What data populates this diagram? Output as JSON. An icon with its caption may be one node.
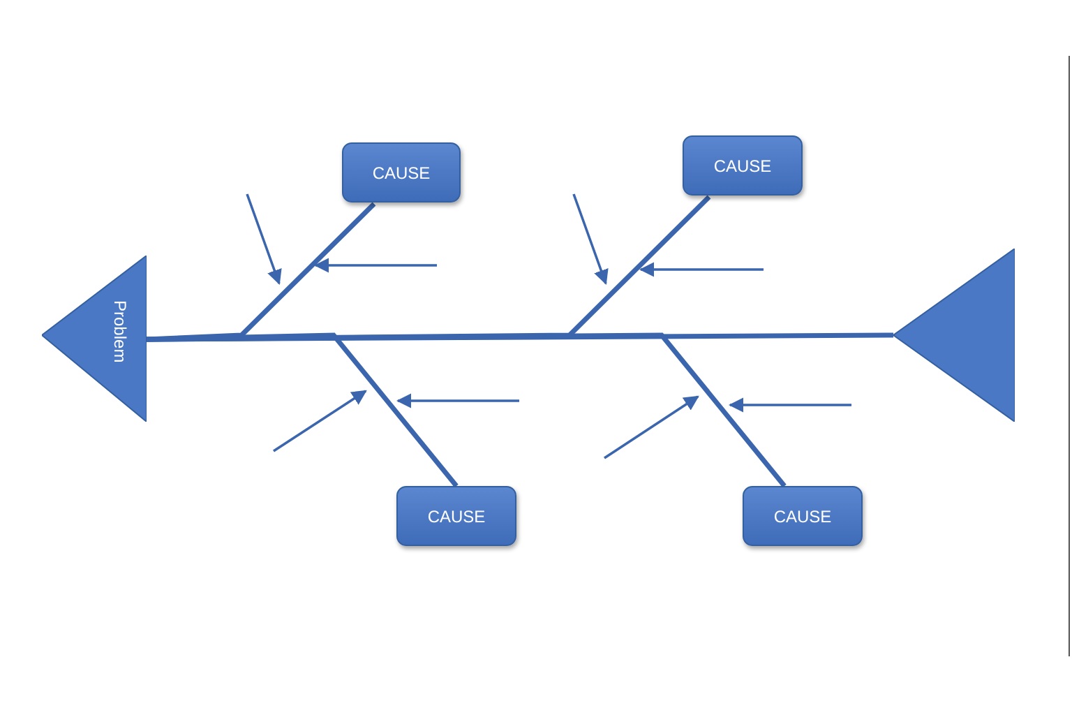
{
  "diagram": {
    "nodes": [
      {
        "text": [
          "Problem"
        ]
      },
      {
        "text": [],
        "shape": "triangle"
      },
      {
        "text": [
          "CAUSE"
        ]
      },
      {
        "text": [
          "CAUSE"
        ]
      },
      {
        "text": [
          "CAUSE"
        ]
      },
      {
        "text": [
          "CAUSE"
        ]
      }
    ],
    "edges": [
      {
        "from": 1,
        "to": 0,
        "arrow": "none"
      },
      {
        "from": 2,
        "to": 0,
        "arrow": "none"
      },
      {
        "from": 3,
        "to": 0,
        "arrow": "none"
      },
      {
        "from": 4,
        "to": 0,
        "arrow": "none"
      },
      {
        "from": 5,
        "to": 0,
        "arrow": "none"
      }
    ]
  }
}
